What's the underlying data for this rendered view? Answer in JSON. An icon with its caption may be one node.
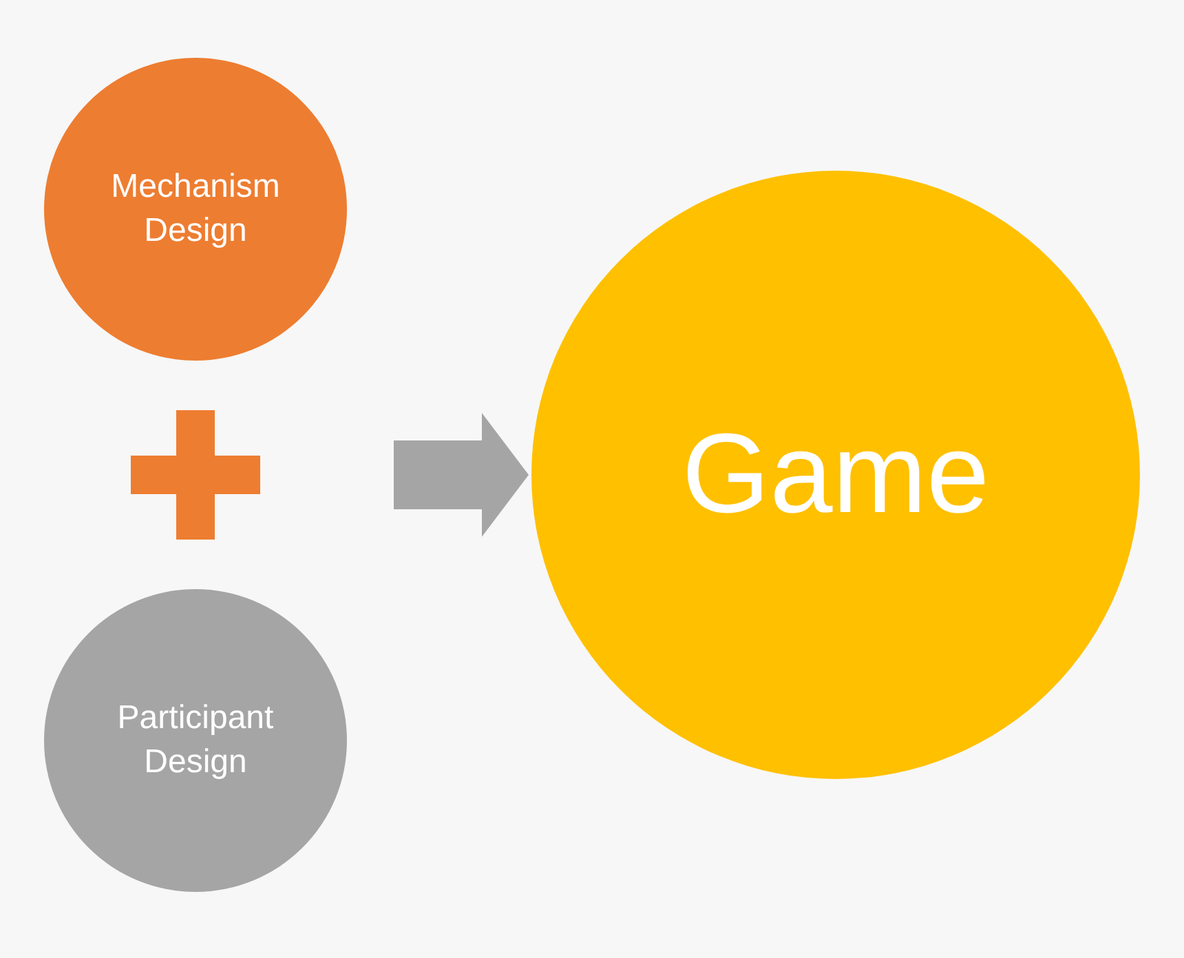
{
  "diagram": {
    "nodes": [
      {
        "text": [
          "Mechanism Design"
        ]
      },
      {
        "text": [
          "Participant Design"
        ]
      },
      {
        "text": [
          "Game"
        ]
      }
    ],
    "edges": [
      {
        "from": null,
        "to": 2,
        "arrow": "to",
        "style": "thick"
      }
    ]
  }
}
